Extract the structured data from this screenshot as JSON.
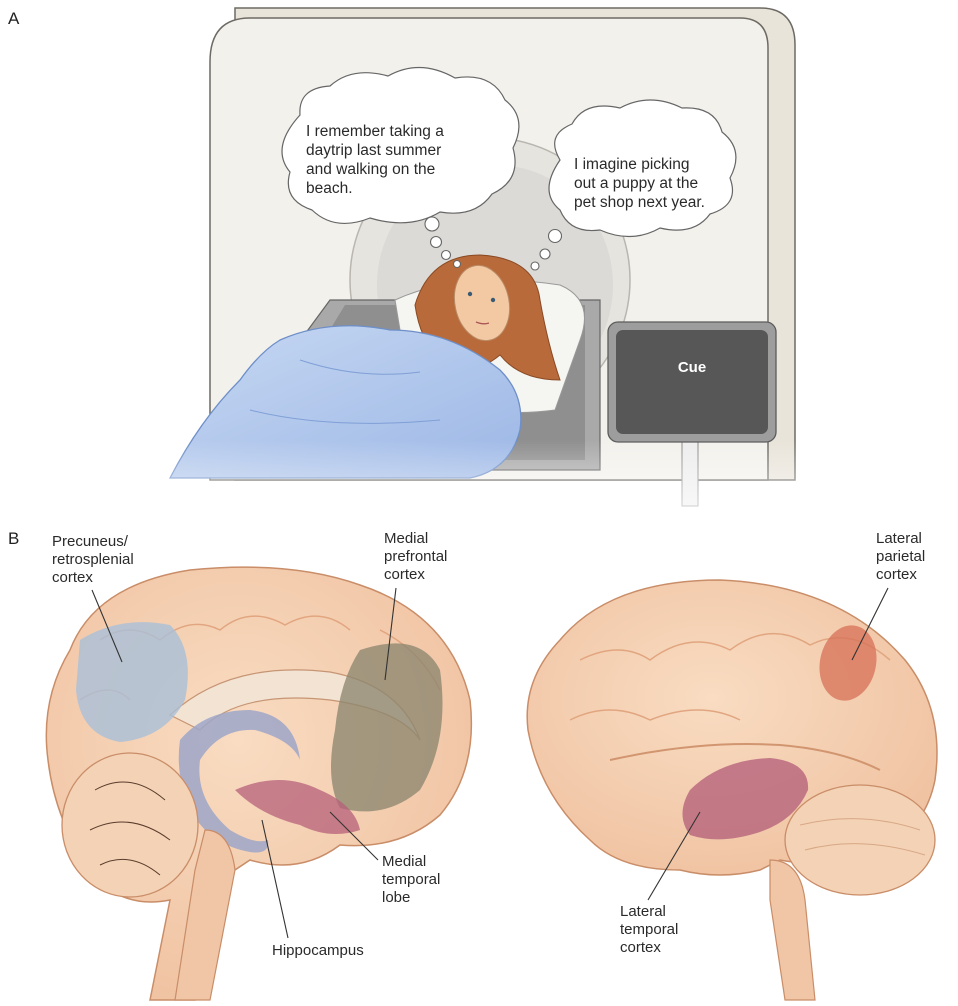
{
  "panel_a": {
    "letter": "A",
    "thought_past": [
      "I remember taking a",
      "daytrip last summer",
      "and walking on the",
      "beach."
    ],
    "thought_future": [
      "I imagine picking",
      "out a puppy at the",
      "pet shop next year."
    ],
    "cue_label": "Cue"
  },
  "panel_b": {
    "letter": "B",
    "labels": {
      "precuneus": [
        "Precuneus/",
        "retrosplenial",
        "cortex"
      ],
      "medial_prefrontal": [
        "Medial",
        "prefrontal",
        "cortex"
      ],
      "lateral_parietal": [
        "Lateral",
        "parietal",
        "cortex"
      ],
      "medial_temporal": [
        "Medial",
        "temporal",
        "lobe"
      ],
      "hippocampus": [
        "Hippocampus"
      ],
      "lateral_temporal": [
        "Lateral",
        "temporal",
        "cortex"
      ]
    }
  },
  "colors": {
    "brain": "#f6d1b2",
    "brain_dark": "#e6ae8a",
    "precuneus": "#a9bfd8",
    "medial_prefrontal": "#8c8770",
    "lateral_parietal": "#d7735a",
    "temporal": "#b5607a",
    "hippocampus": "#9ea6c8",
    "blanket": "#a9c3ea",
    "scanner": "#f1efe9"
  }
}
